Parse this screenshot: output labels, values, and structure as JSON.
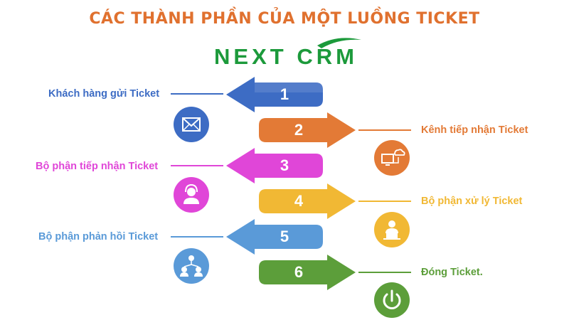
{
  "title": "CÁC THÀNH PHẦN CỦA MỘT LUỒNG TICKET",
  "logo": {
    "text": "NEXT CRM",
    "color": "#1c9a3b"
  },
  "steps": [
    {
      "number": "1",
      "label": "Khách hàng gửi Ticket",
      "color": "#3d6cc4",
      "icon": "envelope-icon"
    },
    {
      "number": "2",
      "label": "Kênh tiếp nhận Ticket",
      "color": "#e37a36",
      "icon": "computer-cloud-icon"
    },
    {
      "number": "3",
      "label": "Bộ phận tiếp nhận Ticket",
      "color": "#e046d8",
      "icon": "support-agent-icon"
    },
    {
      "number": "4",
      "label": "Bộ phận xử lý Ticket",
      "color": "#f1b834",
      "icon": "user-laptop-icon"
    },
    {
      "number": "5",
      "label": "Bộ phận phản hồi Ticket",
      "color": "#5a9ad8",
      "icon": "team-network-icon"
    },
    {
      "number": "6",
      "label": "Đóng Ticket.",
      "color": "#5c9e3a",
      "icon": "power-icon"
    }
  ]
}
